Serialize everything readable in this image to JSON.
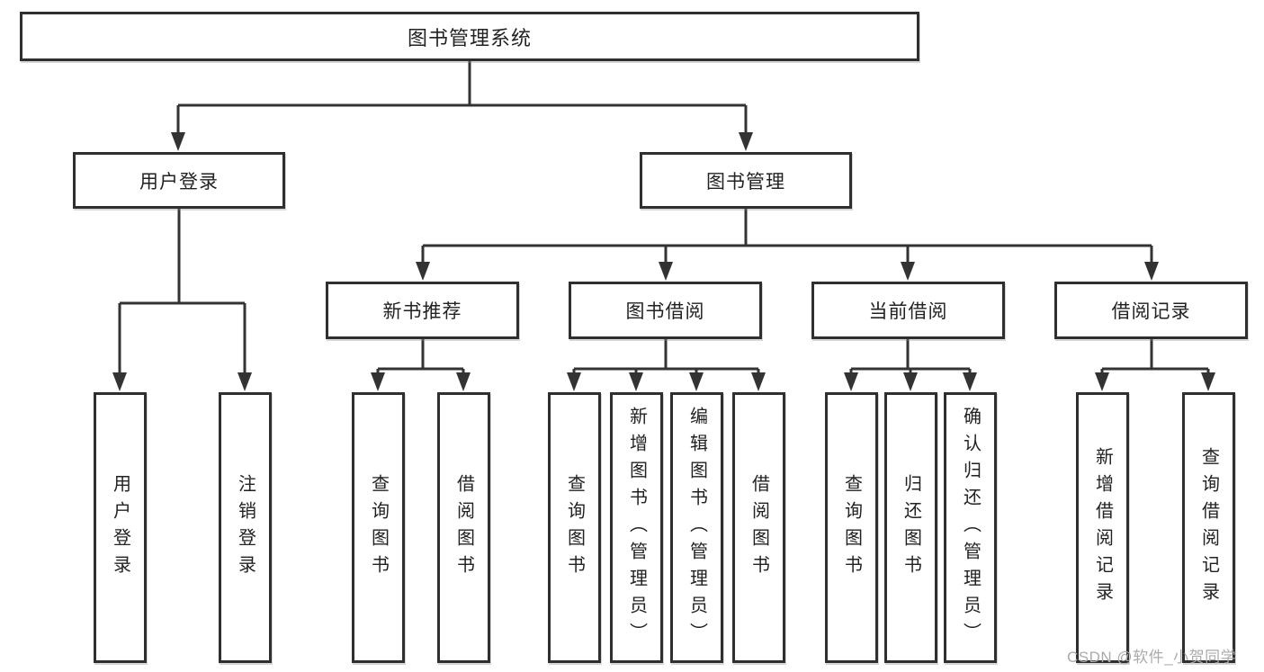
{
  "diagram": {
    "root": {
      "label": "图书管理系统"
    },
    "level2": [
      {
        "label": "用户登录",
        "children": [
          {
            "label": "用户登录"
          },
          {
            "label": "注销登录"
          }
        ]
      },
      {
        "label": "图书管理",
        "children": [
          {
            "label": "新书推荐",
            "children": [
              {
                "label": "查询图书"
              },
              {
                "label": "借阅图书"
              }
            ]
          },
          {
            "label": "图书借阅",
            "children": [
              {
                "label": "查询图书"
              },
              {
                "label": "新增图书（管理员）"
              },
              {
                "label": "编辑图书（管理员）"
              },
              {
                "label": "借阅图书"
              }
            ]
          },
          {
            "label": "当前借阅",
            "children": [
              {
                "label": "查询图书"
              },
              {
                "label": "归还图书"
              },
              {
                "label": "确认归还（管理员）"
              }
            ]
          },
          {
            "label": "借阅记录",
            "children": [
              {
                "label": "新增借阅记录"
              },
              {
                "label": "查询借阅记录"
              }
            ]
          }
        ]
      }
    ]
  },
  "watermark": {
    "text": "CSDN @软件_小贺同学"
  },
  "colors": {
    "line": "#333333",
    "box_border": "#2f2f2f",
    "text": "#222222",
    "watermark": "#ababab",
    "background": "#ffffff"
  }
}
